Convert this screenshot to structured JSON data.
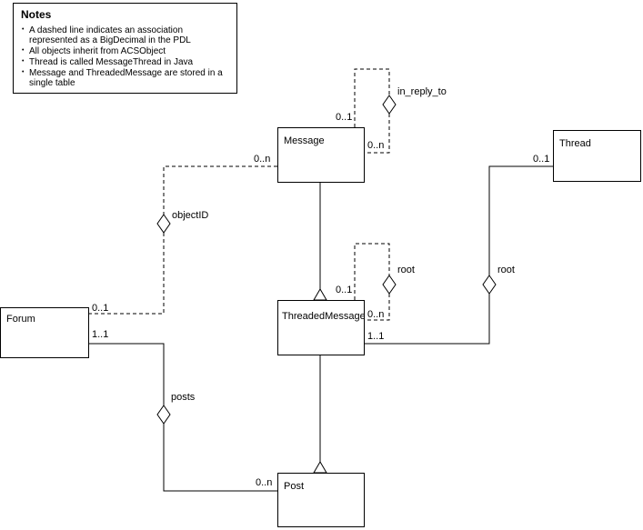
{
  "notes": {
    "title": "Notes",
    "bullet": "•",
    "items": [
      "A dashed line indicates an association represented as a BigDecimal in the PDL",
      "All objects inherit from ACSObject",
      "Thread is called MessageThread in Java",
      "Message and ThreadedMessage are stored in a single table"
    ]
  },
  "classes": {
    "message": "Message",
    "thread": "Thread",
    "forum": "Forum",
    "threaded_message": "ThreadedMessage",
    "post": "Post"
  },
  "associations": {
    "in_reply_to": "in_reply_to",
    "object_id": "objectID",
    "root_self": "root",
    "root_thread": "root",
    "posts": "posts"
  },
  "multiplicities": {
    "message_in_reply_to_source": "0..1",
    "message_in_reply_to_target": "0..n",
    "message_object_id": "0..n",
    "thread_root": "0..1",
    "forum_object_id": "0..1",
    "forum_posts": "1..1",
    "threaded_message_root_source": "0..1",
    "threaded_message_root_target": "0..n",
    "threaded_message_thread": "1..1",
    "post_posts": "0..n"
  }
}
